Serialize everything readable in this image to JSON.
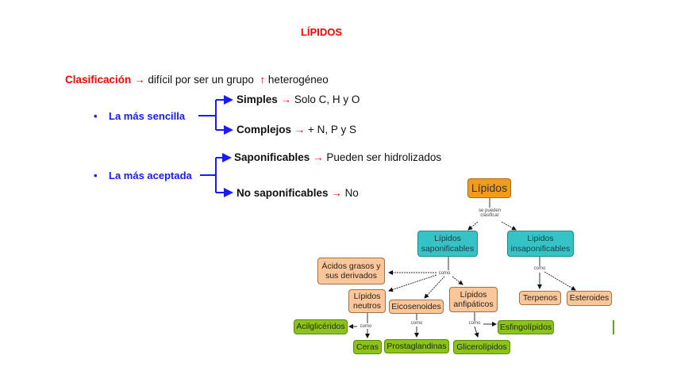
{
  "title": "LÍPIDOS",
  "classification": {
    "label": "Clasificación",
    "arrow": "→",
    "text_before": "difícil por ser un grupo",
    "up_arrow": "↑",
    "text_after": "heterogéneo"
  },
  "groups": [
    {
      "bullet": "•",
      "label": "La más sencilla",
      "branches": [
        {
          "term": "Simples",
          "arrow": "→",
          "desc": "Solo C, H y O"
        },
        {
          "term": "Complejos",
          "arrow": "→",
          "desc": "+ N, P y S"
        }
      ]
    },
    {
      "bullet": "•",
      "label": "La más aceptada",
      "branches": [
        {
          "term": "Saponificables",
          "arrow": "→",
          "desc": "Pueden ser hidrolizados"
        },
        {
          "term": "No saponificables",
          "arrow": "→",
          "desc": "No"
        }
      ]
    }
  ],
  "concept_map": {
    "root": "Lípidos",
    "root_link": "se pueden clasificar",
    "saponificables": "Lípidos saponificables",
    "insaponificables": "Lipidos insaponificables",
    "sap_link": "como",
    "insap_link": "como",
    "acidos": "Ácidos grasos y sus derivados",
    "neutros": "Lípidos neutros",
    "eicosenoides": "Eicosenoides",
    "anfipaticos": "Lípidos anfipáticos",
    "terpenos": "Terpenos",
    "esteroides": "Esteroides",
    "neutros_link": "como",
    "eico_link": "como",
    "anfi_link": "como",
    "acilgliceridos": "Acilglicéridos",
    "ceras": "Ceras",
    "prostaglandinas": "Prostaglandinas",
    "glicerolipidos": "Glicerolípidos",
    "esfingolipidos": "Esfingolípidos"
  }
}
